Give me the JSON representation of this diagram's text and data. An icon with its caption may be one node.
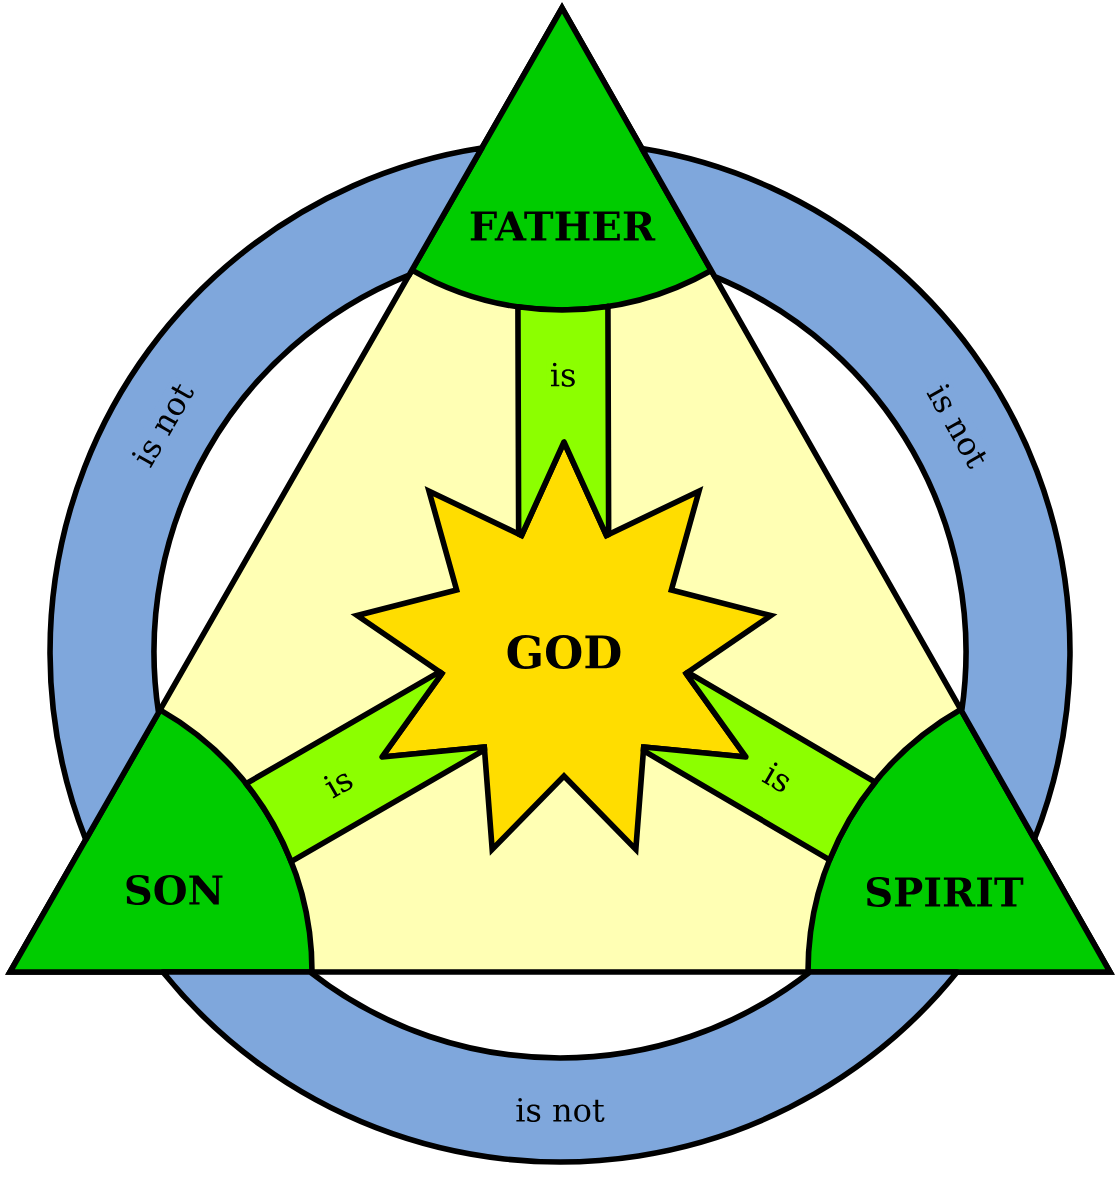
{
  "diagram": {
    "nodes": [
      {
        "text": [
          "FATHER"
        ]
      },
      {
        "text": [
          "SON"
        ]
      },
      {
        "text": [
          "SPIRIT"
        ]
      },
      {
        "text": [
          "GOD"
        ]
      }
    ],
    "edges": [
      {
        "from": 0,
        "to": 3,
        "arrow": "none",
        "label": "is",
        "color": "#8cff00"
      },
      {
        "from": 1,
        "to": 3,
        "arrow": "none",
        "label": "is",
        "color": "#8cff00"
      },
      {
        "from": 2,
        "to": 3,
        "arrow": "none",
        "label": "is",
        "color": "#8cff00"
      },
      {
        "from": 0,
        "to": 1,
        "arrow": "none",
        "label": "is not",
        "color": "#7fa7dc"
      },
      {
        "from": 0,
        "to": 2,
        "arrow": "none",
        "label": "is not",
        "color": "#7fa7dc"
      },
      {
        "from": 1,
        "to": 2,
        "arrow": "none",
        "label": "is not",
        "color": "#7fa7dc"
      }
    ]
  }
}
